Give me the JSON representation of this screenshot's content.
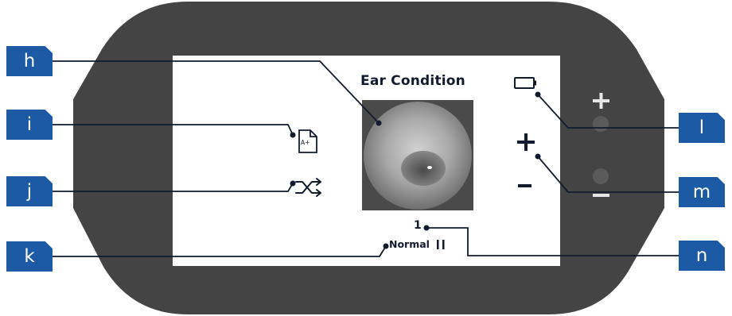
{
  "screen": {
    "title": "Ear Condition",
    "image_number": "1",
    "status": "Normal"
  },
  "callouts": {
    "h": "h",
    "i": "i",
    "j": "j",
    "k": "k",
    "l": "l",
    "m": "m",
    "n": "n"
  },
  "icons": {
    "battery": "battery-icon",
    "report": "a-plus-document-icon",
    "shuffle": "shuffle-icon",
    "zoom_in": "plus-icon",
    "zoom_out": "minus-icon"
  },
  "colors": {
    "housing": "#444444",
    "screen": "#ffffff",
    "callout": "#1d5aa6",
    "leader": "#111b2e",
    "hardware_button": "#5a5a5a",
    "hardware_label": "#e6e6e6"
  }
}
